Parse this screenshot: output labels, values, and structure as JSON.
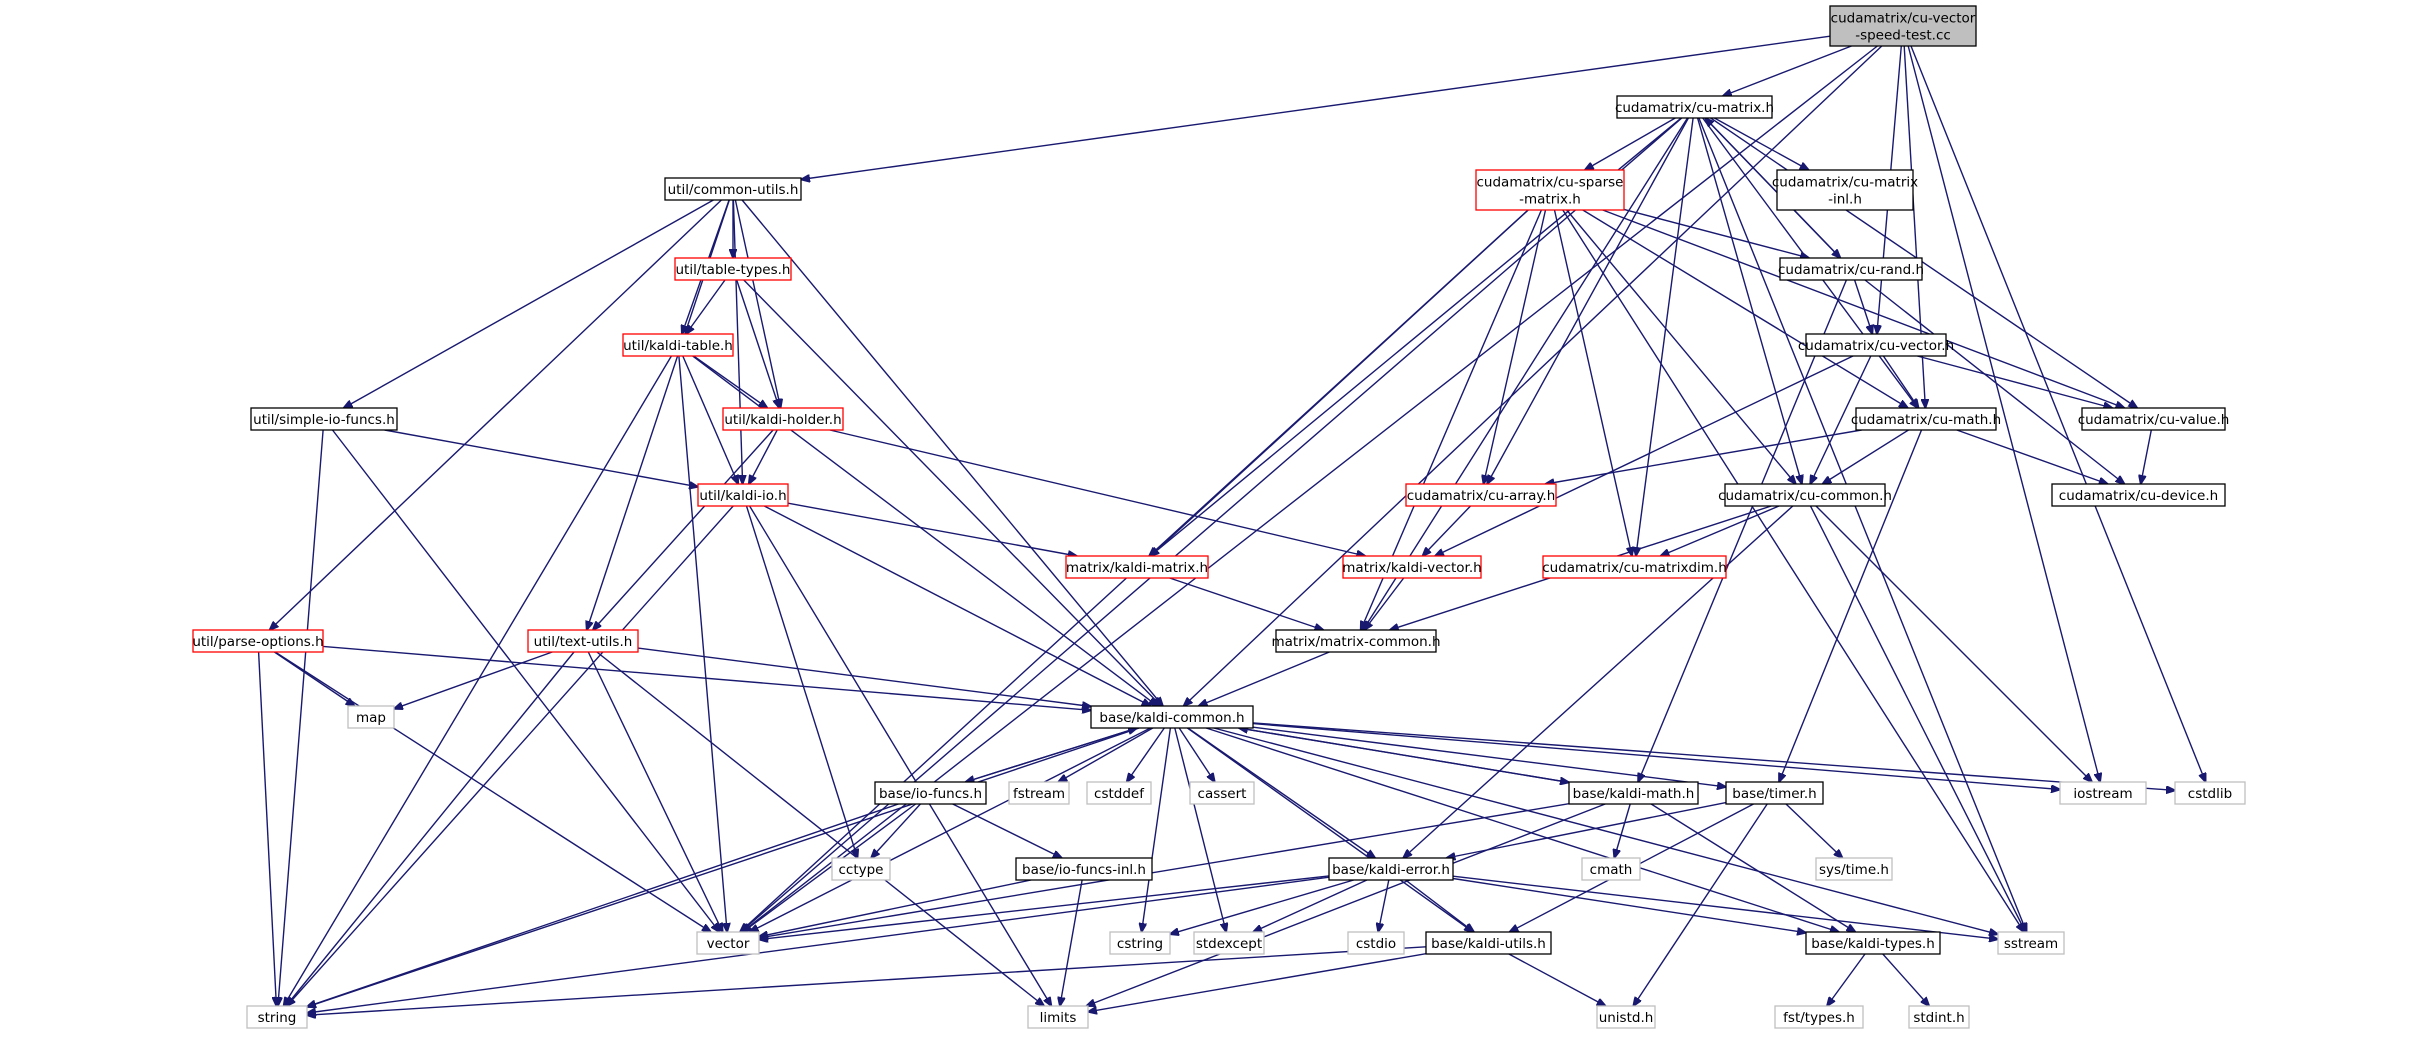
{
  "nodes": [
    {
      "id": "root",
      "lines": [
        "cudamatrix/cu-vector",
        "-speed-test.cc"
      ],
      "style": "root"
    },
    {
      "id": "cu_matrix",
      "lines": [
        "cudamatrix/cu-matrix.h"
      ],
      "style": "black"
    },
    {
      "id": "common_utils",
      "lines": [
        "util/common-utils.h"
      ],
      "style": "black"
    },
    {
      "id": "cu_sparse",
      "lines": [
        "cudamatrix/cu-sparse",
        "-matrix.h"
      ],
      "style": "red"
    },
    {
      "id": "cu_matrix_inl",
      "lines": [
        "cudamatrix/cu-matrix",
        "-inl.h"
      ],
      "style": "black"
    },
    {
      "id": "table_types",
      "lines": [
        "util/table-types.h"
      ],
      "style": "red"
    },
    {
      "id": "cu_rand",
      "lines": [
        "cudamatrix/cu-rand.h"
      ],
      "style": "black"
    },
    {
      "id": "kaldi_table",
      "lines": [
        "util/kaldi-table.h"
      ],
      "style": "red"
    },
    {
      "id": "cu_vector",
      "lines": [
        "cudamatrix/cu-vector.h"
      ],
      "style": "black"
    },
    {
      "id": "simple_io",
      "lines": [
        "util/simple-io-funcs.h"
      ],
      "style": "black"
    },
    {
      "id": "kaldi_holder",
      "lines": [
        "util/kaldi-holder.h"
      ],
      "style": "red"
    },
    {
      "id": "cu_math",
      "lines": [
        "cudamatrix/cu-math.h"
      ],
      "style": "black"
    },
    {
      "id": "cu_value",
      "lines": [
        "cudamatrix/cu-value.h"
      ],
      "style": "black"
    },
    {
      "id": "kaldi_io",
      "lines": [
        "util/kaldi-io.h"
      ],
      "style": "red"
    },
    {
      "id": "cu_array",
      "lines": [
        "cudamatrix/cu-array.h"
      ],
      "style": "red"
    },
    {
      "id": "cu_common",
      "lines": [
        "cudamatrix/cu-common.h"
      ],
      "style": "black"
    },
    {
      "id": "cu_device",
      "lines": [
        "cudamatrix/cu-device.h"
      ],
      "style": "black"
    },
    {
      "id": "kaldi_matrix",
      "lines": [
        "matrix/kaldi-matrix.h"
      ],
      "style": "red"
    },
    {
      "id": "kaldi_vector",
      "lines": [
        "matrix/kaldi-vector.h"
      ],
      "style": "red"
    },
    {
      "id": "cu_matrixdim",
      "lines": [
        "cudamatrix/cu-matrixdim.h"
      ],
      "style": "red"
    },
    {
      "id": "parse_options",
      "lines": [
        "util/parse-options.h"
      ],
      "style": "red"
    },
    {
      "id": "text_utils",
      "lines": [
        "util/text-utils.h"
      ],
      "style": "red"
    },
    {
      "id": "matrix_common",
      "lines": [
        "matrix/matrix-common.h"
      ],
      "style": "black"
    },
    {
      "id": "map",
      "lines": [
        "map"
      ],
      "style": "grey"
    },
    {
      "id": "kaldi_common",
      "lines": [
        "base/kaldi-common.h"
      ],
      "style": "black"
    },
    {
      "id": "io_funcs",
      "lines": [
        "base/io-funcs.h"
      ],
      "style": "black"
    },
    {
      "id": "fstream",
      "lines": [
        "fstream"
      ],
      "style": "grey"
    },
    {
      "id": "cstddef",
      "lines": [
        "cstddef"
      ],
      "style": "grey"
    },
    {
      "id": "cassert",
      "lines": [
        "cassert"
      ],
      "style": "grey"
    },
    {
      "id": "kaldi_math",
      "lines": [
        "base/kaldi-math.h"
      ],
      "style": "black"
    },
    {
      "id": "timer",
      "lines": [
        "base/timer.h"
      ],
      "style": "black"
    },
    {
      "id": "iostream",
      "lines": [
        "iostream"
      ],
      "style": "grey"
    },
    {
      "id": "cstdlib",
      "lines": [
        "cstdlib"
      ],
      "style": "grey"
    },
    {
      "id": "cctype",
      "lines": [
        "cctype"
      ],
      "style": "grey"
    },
    {
      "id": "io_funcs_inl",
      "lines": [
        "base/io-funcs-inl.h"
      ],
      "style": "black"
    },
    {
      "id": "kaldi_error",
      "lines": [
        "base/kaldi-error.h"
      ],
      "style": "black"
    },
    {
      "id": "cmath",
      "lines": [
        "cmath"
      ],
      "style": "grey"
    },
    {
      "id": "sys_time",
      "lines": [
        "sys/time.h"
      ],
      "style": "grey"
    },
    {
      "id": "vector",
      "lines": [
        "vector"
      ],
      "style": "grey"
    },
    {
      "id": "cstring",
      "lines": [
        "cstring"
      ],
      "style": "grey"
    },
    {
      "id": "stdexcept",
      "lines": [
        "stdexcept"
      ],
      "style": "grey"
    },
    {
      "id": "cstdio",
      "lines": [
        "cstdio"
      ],
      "style": "grey"
    },
    {
      "id": "kaldi_utils",
      "lines": [
        "base/kaldi-utils.h"
      ],
      "style": "black"
    },
    {
      "id": "kaldi_types",
      "lines": [
        "base/kaldi-types.h"
      ],
      "style": "black"
    },
    {
      "id": "sstream",
      "lines": [
        "sstream"
      ],
      "style": "grey"
    },
    {
      "id": "string",
      "lines": [
        "string"
      ],
      "style": "grey"
    },
    {
      "id": "limits",
      "lines": [
        "limits"
      ],
      "style": "grey"
    },
    {
      "id": "unistd",
      "lines": [
        "unistd.h"
      ],
      "style": "grey"
    },
    {
      "id": "fst_types",
      "lines": [
        "fst/types.h"
      ],
      "style": "grey"
    },
    {
      "id": "stdint",
      "lines": [
        "stdint.h"
      ],
      "style": "grey"
    }
  ],
  "edges": [
    [
      "root",
      "cu_matrix"
    ],
    [
      "root",
      "common_utils"
    ],
    [
      "root",
      "vector"
    ],
    [
      "root",
      "kaldi_common"
    ],
    [
      "root",
      "cu_vector"
    ],
    [
      "root",
      "cu_math"
    ],
    [
      "root",
      "iostream"
    ],
    [
      "root",
      "cstdlib"
    ],
    [
      "cu_matrix",
      "cu_sparse"
    ],
    [
      "cu_matrix",
      "cu_matrix_inl"
    ],
    [
      "cu_matrix",
      "cu_rand"
    ],
    [
      "cu_matrix",
      "cu_math"
    ],
    [
      "cu_matrix",
      "cu_value"
    ],
    [
      "cu_matrix",
      "cu_array"
    ],
    [
      "cu_matrix",
      "cu_common"
    ],
    [
      "cu_matrix",
      "kaldi_matrix"
    ],
    [
      "cu_matrix",
      "cu_matrixdim"
    ],
    [
      "cu_matrix",
      "matrix_common"
    ],
    [
      "cu_matrix",
      "vector"
    ],
    [
      "cu_matrix",
      "sstream"
    ],
    [
      "cu_rand",
      "cu_matrix"
    ],
    [
      "common_utils",
      "table_types"
    ],
    [
      "common_utils",
      "kaldi_table"
    ],
    [
      "common_utils",
      "kaldi_holder"
    ],
    [
      "common_utils",
      "simple_io"
    ],
    [
      "common_utils",
      "kaldi_io"
    ],
    [
      "common_utils",
      "parse_options"
    ],
    [
      "common_utils",
      "text_utils"
    ],
    [
      "common_utils",
      "kaldi_common"
    ],
    [
      "cu_sparse",
      "cu_rand"
    ],
    [
      "cu_sparse",
      "cu_value"
    ],
    [
      "cu_sparse",
      "cu_math"
    ],
    [
      "cu_sparse",
      "cu_array"
    ],
    [
      "cu_sparse",
      "cu_common"
    ],
    [
      "cu_sparse",
      "kaldi_matrix"
    ],
    [
      "cu_sparse",
      "cu_matrixdim"
    ],
    [
      "cu_sparse",
      "matrix_common"
    ],
    [
      "cu_sparse",
      "vector"
    ],
    [
      "cu_sparse",
      "sstream"
    ],
    [
      "table_types",
      "kaldi_table"
    ],
    [
      "table_types",
      "kaldi_holder"
    ],
    [
      "table_types",
      "kaldi_common"
    ],
    [
      "cu_rand",
      "cu_vector"
    ],
    [
      "cu_rand",
      "cu_device"
    ],
    [
      "cu_rand",
      "kaldi_math"
    ],
    [
      "kaldi_table",
      "kaldi_holder"
    ],
    [
      "kaldi_table",
      "kaldi_io"
    ],
    [
      "kaldi_table",
      "kaldi_common"
    ],
    [
      "kaldi_table",
      "string"
    ],
    [
      "kaldi_table",
      "vector"
    ],
    [
      "cu_vector",
      "cu_math"
    ],
    [
      "cu_vector",
      "cu_value"
    ],
    [
      "cu_vector",
      "cu_common"
    ],
    [
      "cu_vector",
      "kaldi_vector"
    ],
    [
      "simple_io",
      "kaldi_io"
    ],
    [
      "simple_io",
      "string"
    ],
    [
      "simple_io",
      "vector"
    ],
    [
      "kaldi_holder",
      "kaldi_io"
    ],
    [
      "kaldi_holder",
      "text_utils"
    ],
    [
      "kaldi_holder",
      "kaldi_vector"
    ],
    [
      "cu_math",
      "cu_array"
    ],
    [
      "cu_math",
      "cu_common"
    ],
    [
      "cu_math",
      "cu_device"
    ],
    [
      "cu_math",
      "timer"
    ],
    [
      "cu_value",
      "cu_device"
    ],
    [
      "kaldi_io",
      "kaldi_matrix"
    ],
    [
      "kaldi_io",
      "kaldi_common"
    ],
    [
      "kaldi_io",
      "cctype"
    ],
    [
      "kaldi_io",
      "limits"
    ],
    [
      "kaldi_io",
      "string"
    ],
    [
      "cu_array",
      "kaldi_vector"
    ],
    [
      "cu_common",
      "cu_matrixdim"
    ],
    [
      "cu_common",
      "matrix_common"
    ],
    [
      "cu_common",
      "iostream"
    ],
    [
      "cu_common",
      "sstream"
    ],
    [
      "cu_common",
      "kaldi_error"
    ],
    [
      "kaldi_matrix",
      "matrix_common"
    ],
    [
      "kaldi_vector",
      "matrix_common"
    ],
    [
      "parse_options",
      "map"
    ],
    [
      "parse_options",
      "kaldi_common"
    ],
    [
      "parse_options",
      "string"
    ],
    [
      "parse_options",
      "vector"
    ],
    [
      "text_utils",
      "map"
    ],
    [
      "text_utils",
      "kaldi_common"
    ],
    [
      "text_utils",
      "string"
    ],
    [
      "text_utils",
      "vector"
    ],
    [
      "text_utils",
      "limits"
    ],
    [
      "matrix_common",
      "kaldi_common"
    ],
    [
      "kaldi_common",
      "io_funcs"
    ],
    [
      "kaldi_common",
      "fstream"
    ],
    [
      "kaldi_common",
      "cstddef"
    ],
    [
      "kaldi_common",
      "cassert"
    ],
    [
      "kaldi_common",
      "kaldi_math"
    ],
    [
      "kaldi_common",
      "timer"
    ],
    [
      "kaldi_common",
      "iostream"
    ],
    [
      "kaldi_common",
      "cstdlib"
    ],
    [
      "kaldi_common",
      "kaldi_error"
    ],
    [
      "kaldi_common",
      "kaldi_utils"
    ],
    [
      "kaldi_common",
      "kaldi_types"
    ],
    [
      "kaldi_common",
      "cstring"
    ],
    [
      "kaldi_common",
      "stdexcept"
    ],
    [
      "kaldi_common",
      "sstream"
    ],
    [
      "kaldi_common",
      "string"
    ],
    [
      "kaldi_common",
      "vector"
    ],
    [
      "io_funcs",
      "kaldi_common"
    ],
    [
      "kaldi_math",
      "kaldi_common"
    ],
    [
      "io_funcs",
      "cctype"
    ],
    [
      "io_funcs",
      "io_funcs_inl"
    ],
    [
      "io_funcs",
      "vector"
    ],
    [
      "io_funcs",
      "string"
    ],
    [
      "kaldi_math",
      "cmath"
    ],
    [
      "kaldi_math",
      "kaldi_types"
    ],
    [
      "kaldi_math",
      "vector"
    ],
    [
      "kaldi_math",
      "limits"
    ],
    [
      "timer",
      "sys_time"
    ],
    [
      "timer",
      "kaldi_error"
    ],
    [
      "timer",
      "kaldi_utils"
    ],
    [
      "timer",
      "unistd"
    ],
    [
      "io_funcs_inl",
      "vector"
    ],
    [
      "io_funcs_inl",
      "limits"
    ],
    [
      "kaldi_error",
      "vector"
    ],
    [
      "kaldi_error",
      "cstring"
    ],
    [
      "kaldi_error",
      "stdexcept"
    ],
    [
      "kaldi_error",
      "cstdio"
    ],
    [
      "kaldi_error",
      "kaldi_utils"
    ],
    [
      "kaldi_error",
      "kaldi_types"
    ],
    [
      "kaldi_error",
      "sstream"
    ],
    [
      "kaldi_error",
      "string"
    ],
    [
      "kaldi_utils",
      "string"
    ],
    [
      "kaldi_utils",
      "limits"
    ],
    [
      "kaldi_utils",
      "unistd"
    ],
    [
      "kaldi_types",
      "fst_types"
    ],
    [
      "kaldi_types",
      "stdint"
    ]
  ]
}
